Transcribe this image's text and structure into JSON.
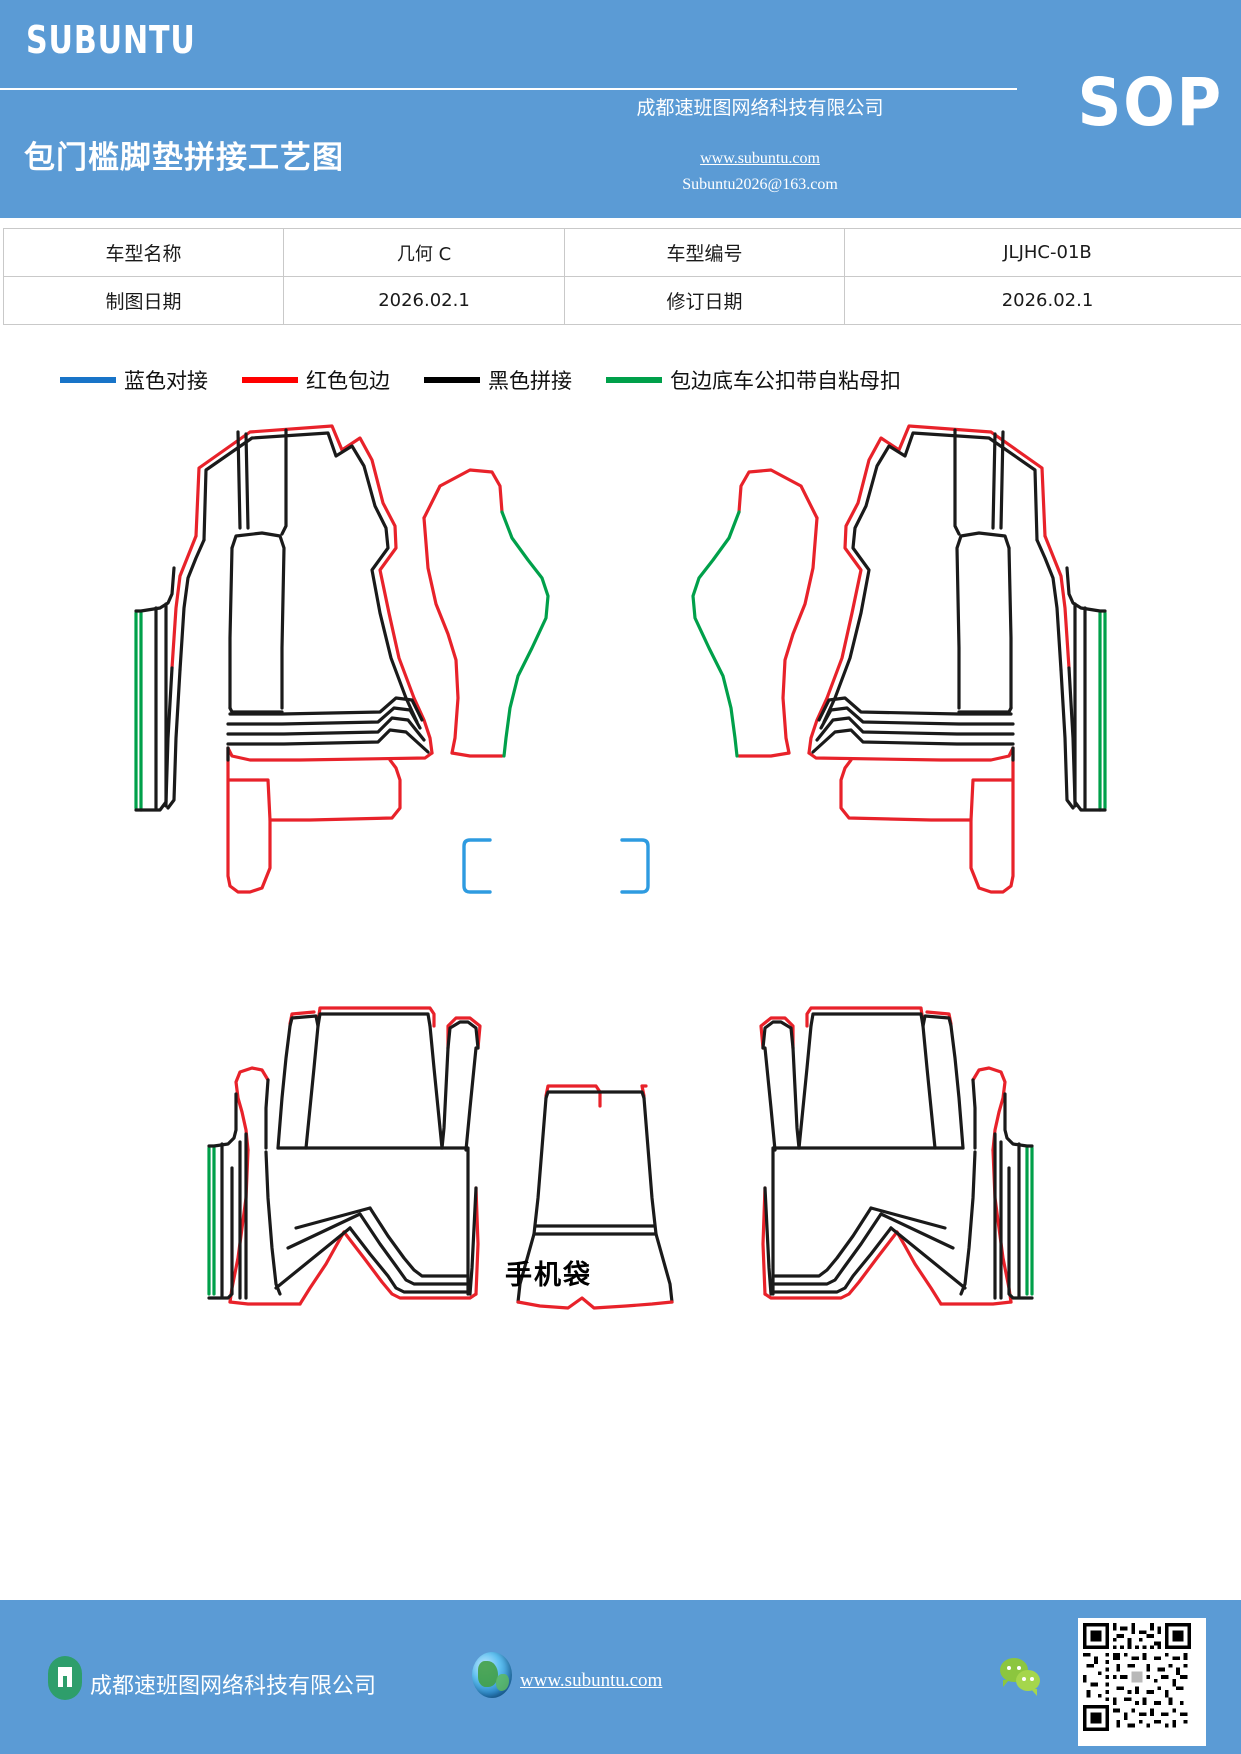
{
  "header": {
    "brand": "SUBUNTU",
    "doc_title": "包门槛脚垫拼接工艺图",
    "company": "成都速班图网络科技有限公司",
    "website": "www.subuntu.com",
    "email": "Subuntu2026@163.com",
    "badge": "SOP",
    "bg_color": "#5B9BD5"
  },
  "info_table": {
    "rows": [
      {
        "label_1": "车型名称",
        "value_1": "几何 C",
        "label_2": "车型编号",
        "value_2": "JLJHC-01B"
      },
      {
        "label_1": "制图日期",
        "value_1": "2026.02.1",
        "label_2": "修订日期",
        "value_2": "2026.02.1"
      }
    ]
  },
  "legend": {
    "items": [
      {
        "label": "蓝色对接",
        "color": "#1874C8"
      },
      {
        "label": "红色包边",
        "color": "#FF0000"
      },
      {
        "label": "黑色拼接",
        "color": "#000000"
      },
      {
        "label": "包边底车公扣带自粘母扣",
        "color": "#00A04A"
      }
    ]
  },
  "drawing": {
    "pocket_label": "手机袋",
    "stroke_colors": {
      "red": "#E8222A",
      "black": "#1A1A1A",
      "green": "#00A04A",
      "blue": "#2E9BE0"
    }
  },
  "footer": {
    "company": "成都速班图网络科技有限公司",
    "website": "www.subuntu.com",
    "bg_color": "#5B9BD5"
  }
}
